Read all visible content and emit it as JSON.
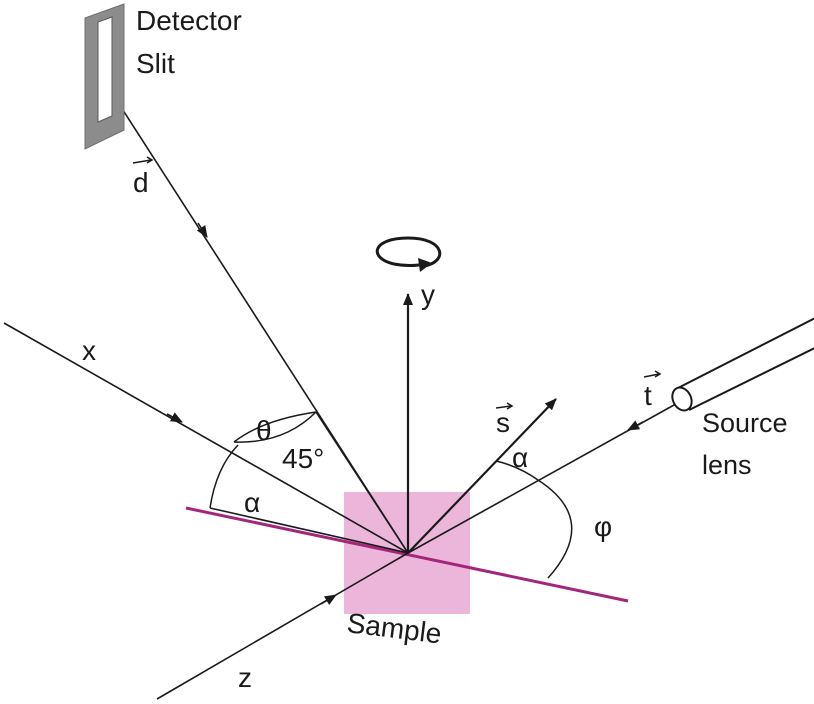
{
  "labels": {
    "detector_line1": "Detector",
    "detector_line2": "Slit",
    "vec_d": "d",
    "vec_s": "s",
    "vec_t": "t",
    "axis_x": "x",
    "axis_y": "y",
    "axis_z": "z",
    "theta": "θ",
    "angle_45": "45°",
    "alpha_left": "α",
    "alpha_right": "α",
    "phi": "φ",
    "source_line1": "Source",
    "source_line2": "lens",
    "sample": "Sample"
  },
  "colors": {
    "line": "#1a1a1a",
    "sample_fill": "#e9a8d3",
    "sample_line": "#a3267a",
    "slit_fill": "#8c8c8c",
    "slit_edge": "#6f6f6f"
  },
  "icons": {
    "rotation": "rotation-arrow-icon",
    "slit": "detector-slit-icon",
    "lens": "source-lens-icon"
  }
}
